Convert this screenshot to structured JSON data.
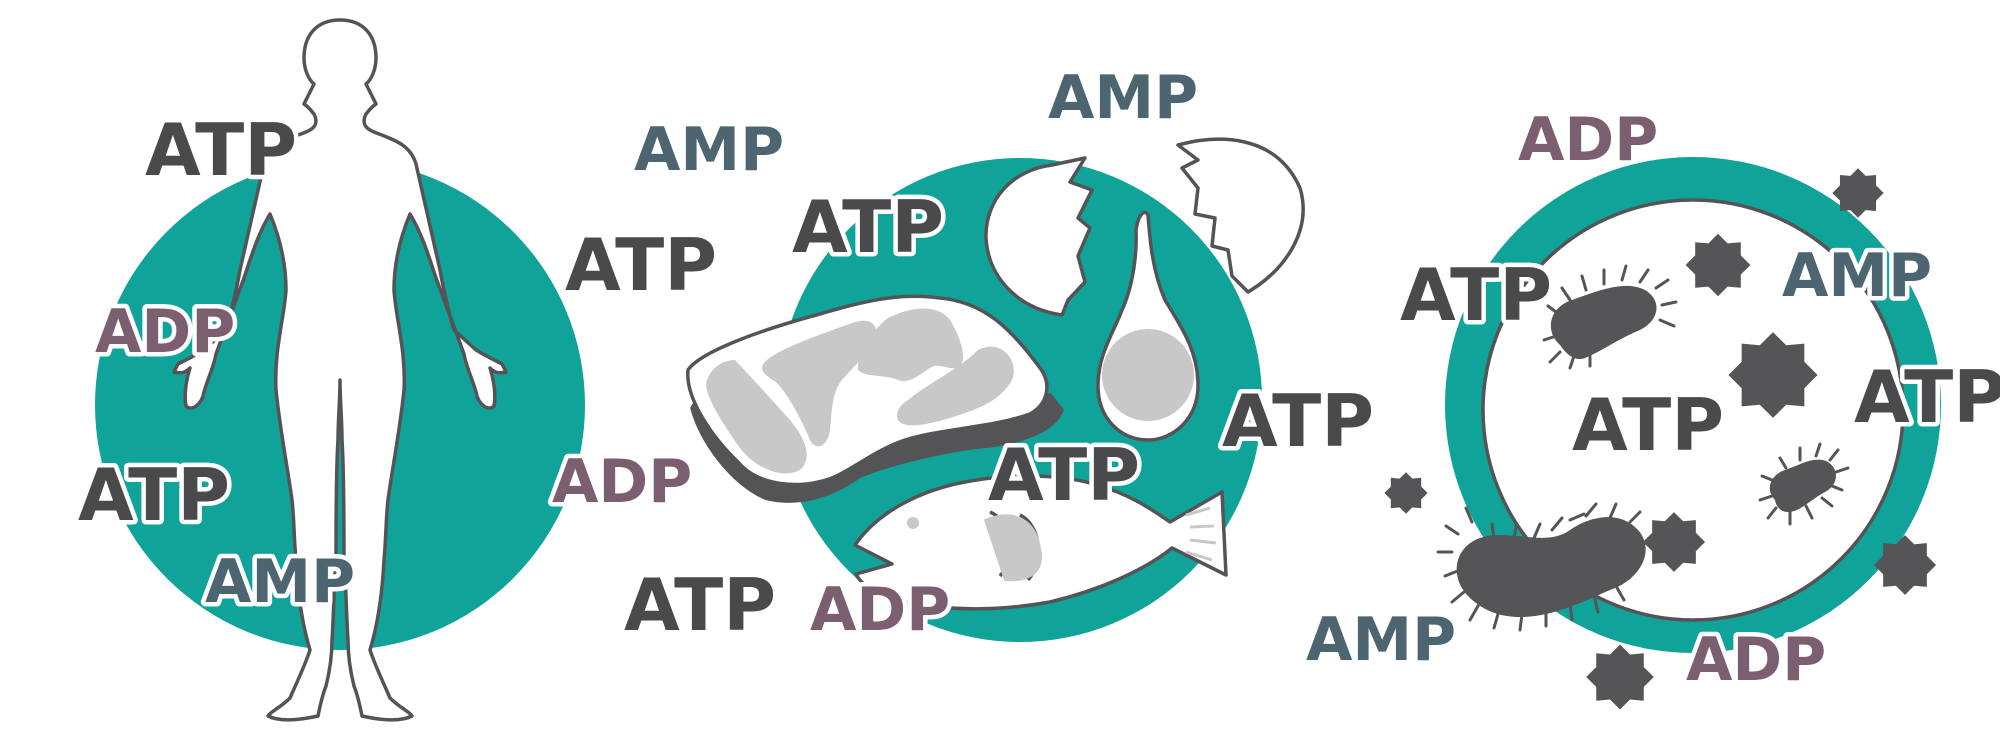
{
  "colors": {
    "teal": "#0fa39a",
    "atp": "#4a4a4c",
    "amp": "#4d6571",
    "adp": "#7b5f70",
    "outline": "#545456",
    "grey_fill": "#c8c8c9",
    "dark": "#555557"
  },
  "icons": {
    "human": "human-body-icon",
    "meat": "meat-steak-icon",
    "fish": "fish-icon",
    "eggs": "broken-egg-icon",
    "cell": "cell-icon",
    "bacteria": "bacteria-icon",
    "virus": "virus-particle-icon"
  },
  "panels": [
    {
      "id": "human",
      "labels": [
        {
          "text": "ATP",
          "kind": "atp"
        },
        {
          "text": "AMP",
          "kind": "amp"
        },
        {
          "text": "ATP",
          "kind": "atp"
        },
        {
          "text": "ADP",
          "kind": "adp"
        },
        {
          "text": "ATP",
          "kind": "atp"
        },
        {
          "text": "ADP",
          "kind": "adp"
        },
        {
          "text": "AMP",
          "kind": "amp"
        },
        {
          "text": "ATP",
          "kind": "atp"
        }
      ]
    },
    {
      "id": "food",
      "labels": [
        {
          "text": "AMP",
          "kind": "amp"
        },
        {
          "text": "ATP",
          "kind": "atp"
        },
        {
          "text": "ATP",
          "kind": "atp"
        },
        {
          "text": "ATP",
          "kind": "atp"
        },
        {
          "text": "ADP",
          "kind": "adp"
        }
      ]
    },
    {
      "id": "microbe",
      "labels": [
        {
          "text": "ADP",
          "kind": "adp"
        },
        {
          "text": "ATP",
          "kind": "atp"
        },
        {
          "text": "AMP",
          "kind": "amp"
        },
        {
          "text": "ATP",
          "kind": "atp"
        },
        {
          "text": "ATP",
          "kind": "atp"
        },
        {
          "text": "AMP",
          "kind": "amp"
        },
        {
          "text": "ADP",
          "kind": "adp"
        }
      ]
    }
  ]
}
